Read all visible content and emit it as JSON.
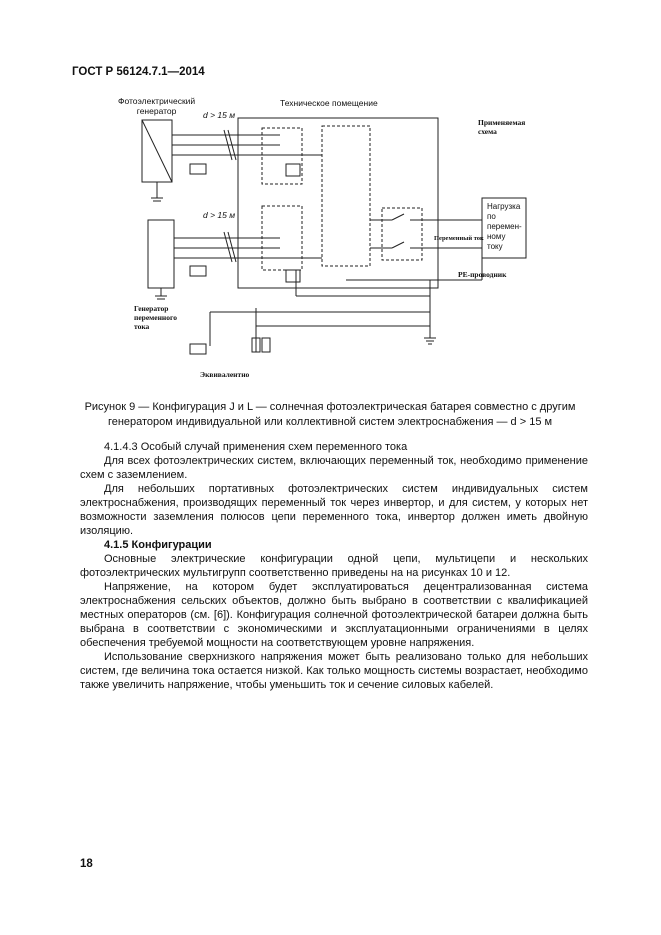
{
  "header": {
    "doc_id": "ГОСТ Р 56124.7.1—2014"
  },
  "figure": {
    "labels": {
      "pv_generator": "Фотоэлектрический\nгенератор",
      "tech_room": "Техническое помещение",
      "distance_top": "d > 15 м",
      "distance_bottom": "d > 15 м",
      "applied_scheme": "Применяемая\nсхема",
      "ac_label": "Переменный ток",
      "load": "Нагрузка\nпо\nперемен-\nному\nтоку",
      "pe_conductor": "PE-проводник",
      "ac_generator": "Генератор\nпеременного\nтока",
      "equivalent": "Эквивалентно"
    }
  },
  "caption": {
    "line1": "Рисунок 9 — Конфигурация J и L — солнечная фотоэлектрическая батарея совместно с другим",
    "line2": "генератором индивидуальной или коллективной систем электроснабжения — d > 15 м"
  },
  "body": {
    "s1_heading": "4.1.4.3 Особый случай применения схем переменного тока",
    "s1_p1": "Для всех фотоэлектрических систем, включающих переменный ток, необходимо применение схем с заземлением.",
    "s1_p2": "Для небольших портативных фотоэлектрических систем индивидуальных систем электроснабжения, производящих переменный ток через инвертор, и для систем, у которых нет возможности заземления полюсов цепи переменного тока, инвертор должен иметь двойную изоляцию.",
    "s2_heading": "4.1.5 Конфигурации",
    "s2_p1": "Основные электрические конфигурации одной цепи, мультицепи и нескольких фотоэлектрических мультигрупп соответственно приведены на на рисунках 10 и 12.",
    "s2_p2": "Напряжение, на котором будет эксплуатироваться децентрализованная система электроснабжения сельских объектов, должно быть выбрано в соответствии с квалификацией местных операторов (см. [6]). Конфигурация солнечной фотоэлектрической батареи должна быть выбрана в соответствии с экономическими и эксплуатационными ограничениями в целях обеспечения требуемой мощности на соответствующем уровне напряжения.",
    "s2_p3": "Использование сверхнизкого напряжения может быть реализовано только для небольших систем, где величина тока остается низкой. Как только мощность системы возрастает, необходимо также увеличить напряжение, чтобы уменьшить ток и сечение силовых кабелей."
  },
  "footer": {
    "page_number": "18"
  }
}
